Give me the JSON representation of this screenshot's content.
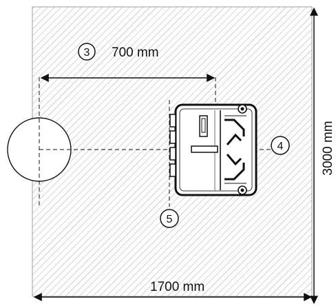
{
  "callouts": {
    "c3": "3",
    "c4": "4",
    "c5": "5"
  },
  "dimensions": {
    "top_width": "700 mm",
    "bottom_width": "1700 mm",
    "right_height": "3000 mm"
  },
  "colors": {
    "hatch": "#9a9a9a",
    "line": "#111111",
    "unit_fill": "#ffffff"
  }
}
